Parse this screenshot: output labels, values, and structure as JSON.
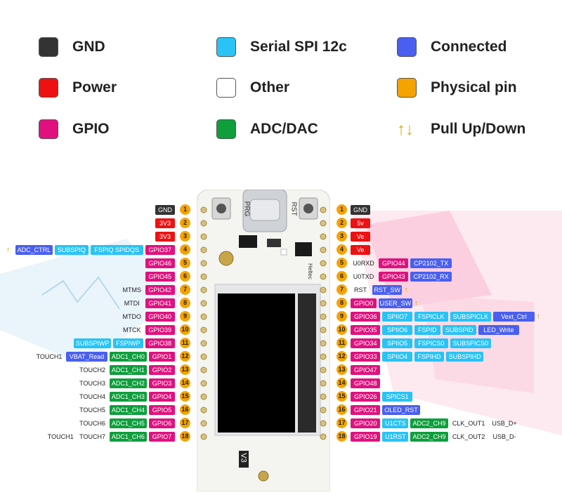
{
  "legend": [
    {
      "label": "GND",
      "color": "#333333"
    },
    {
      "label": "Serial SPI 12c",
      "color": "#29c3f5"
    },
    {
      "label": "Connected",
      "color": "#4a5ff0"
    },
    {
      "label": "Power",
      "color": "#ee1111"
    },
    {
      "label": "Other",
      "color": "#ffffff"
    },
    {
      "label": "Physical pin",
      "color": "#f5a300"
    },
    {
      "label": "GPIO",
      "color": "#e0117f"
    },
    {
      "label": "ADC/DAC",
      "color": "#0e9e3c"
    },
    {
      "label": "Pull Up/Down",
      "color": "#d4b000",
      "icon": "pull-up-down-icon"
    }
  ],
  "colors": {
    "gnd": "#333333",
    "pwr": "#ee1111",
    "gpio": "#e0117f",
    "spi": "#29c3f5",
    "oth": "#ececec",
    "adc": "#0e9e3c",
    "con": "#4a5ff0",
    "pin": "#f5a300"
  },
  "left_header": [
    {
      "pin": "1",
      "labels": [
        {
          "t": "GND",
          "k": "gnd"
        }
      ]
    },
    {
      "pin": "2",
      "labels": [
        {
          "t": "3V3",
          "k": "pwr"
        }
      ]
    },
    {
      "pin": "3",
      "labels": [
        {
          "t": "3V3",
          "k": "pwr"
        }
      ]
    },
    {
      "pin": "4",
      "pull": true,
      "labels": [
        {
          "t": "GPIO37",
          "k": "gpio"
        },
        {
          "t": "FSPIQ SPIDQS",
          "k": "spi"
        },
        {
          "t": "SUBSPIQ",
          "k": "spi"
        },
        {
          "t": "ADC_CTRL",
          "k": "con"
        }
      ]
    },
    {
      "pin": "5",
      "labels": [
        {
          "t": "GPIO46",
          "k": "gpio"
        }
      ]
    },
    {
      "pin": "6",
      "labels": [
        {
          "t": "GPIO45",
          "k": "gpio"
        }
      ]
    },
    {
      "pin": "7",
      "labels": [
        {
          "t": "GPIO42",
          "k": "gpio"
        },
        {
          "t": "MTMS",
          "k": "oth"
        }
      ]
    },
    {
      "pin": "8",
      "labels": [
        {
          "t": "GPIO41",
          "k": "gpio"
        },
        {
          "t": "MTDI",
          "k": "oth"
        }
      ]
    },
    {
      "pin": "9",
      "labels": [
        {
          "t": "GPIO40",
          "k": "gpio"
        },
        {
          "t": "MTDO",
          "k": "oth"
        }
      ]
    },
    {
      "pin": "10",
      "labels": [
        {
          "t": "GPIO39",
          "k": "gpio"
        },
        {
          "t": "MTCK",
          "k": "oth"
        }
      ]
    },
    {
      "pin": "11",
      "labels": [
        {
          "t": "GPIO38",
          "k": "gpio"
        },
        {
          "t": "FSPIWP",
          "k": "spi"
        },
        {
          "t": "SUBSPIWP",
          "k": "spi"
        }
      ]
    },
    {
      "pin": "12",
      "labels": [
        {
          "t": "GPIO1",
          "k": "gpio"
        },
        {
          "t": "ADC1_CH0",
          "k": "adc"
        },
        {
          "t": "VBAT_Read",
          "k": "con"
        },
        {
          "t": "TOUCH1",
          "k": "oth"
        }
      ]
    },
    {
      "pin": "13",
      "labels": [
        {
          "t": "GPIO2",
          "k": "gpio"
        },
        {
          "t": "ADC1_CH1",
          "k": "adc"
        },
        {
          "t": "TOUCH2",
          "k": "oth"
        }
      ]
    },
    {
      "pin": "14",
      "labels": [
        {
          "t": "GPIO3",
          "k": "gpio"
        },
        {
          "t": "ADC1_CH2",
          "k": "adc"
        },
        {
          "t": "TOUCH3",
          "k": "oth"
        }
      ]
    },
    {
      "pin": "15",
      "labels": [
        {
          "t": "GPIO4",
          "k": "gpio"
        },
        {
          "t": "ADC1_CH3",
          "k": "adc"
        },
        {
          "t": "TOUCH4",
          "k": "oth"
        }
      ]
    },
    {
      "pin": "16",
      "labels": [
        {
          "t": "GPIO5",
          "k": "gpio"
        },
        {
          "t": "ADC1_CH4",
          "k": "adc"
        },
        {
          "t": "TOUCH5",
          "k": "oth"
        }
      ]
    },
    {
      "pin": "17",
      "labels": [
        {
          "t": "GPIO6",
          "k": "gpio"
        },
        {
          "t": "ADC1_CH5",
          "k": "adc"
        },
        {
          "t": "TOUCH6",
          "k": "oth"
        }
      ]
    },
    {
      "pin": "18",
      "labels": [
        {
          "t": "GPIO7",
          "k": "gpio"
        },
        {
          "t": "ADC1_CH6",
          "k": "adc"
        },
        {
          "t": "TOUCH7",
          "k": "oth"
        },
        {
          "t": "TOUCH1",
          "k": "oth"
        }
      ]
    }
  ],
  "right_header": [
    {
      "pin": "1",
      "labels": [
        {
          "t": "GND",
          "k": "gnd"
        }
      ]
    },
    {
      "pin": "2",
      "labels": [
        {
          "t": "5v",
          "k": "pwr"
        }
      ]
    },
    {
      "pin": "3",
      "labels": [
        {
          "t": "Ve",
          "k": "pwr"
        }
      ]
    },
    {
      "pin": "4",
      "labels": [
        {
          "t": "Ve",
          "k": "pwr"
        }
      ]
    },
    {
      "pin": "5",
      "labels": [
        {
          "t": "U0RXD",
          "k": "oth"
        },
        {
          "t": "GPIO44",
          "k": "gpio"
        },
        {
          "t": "CP2102_TX",
          "k": "con"
        }
      ]
    },
    {
      "pin": "6",
      "labels": [
        {
          "t": "U0TXD",
          "k": "oth"
        },
        {
          "t": "GPIO43",
          "k": "gpio"
        },
        {
          "t": "CP2102_RX",
          "k": "con"
        }
      ]
    },
    {
      "pin": "7",
      "pull": true,
      "labels": [
        {
          "t": "RST",
          "k": "oth"
        },
        {
          "t": "RST_SW",
          "k": "con"
        }
      ]
    },
    {
      "pin": "8",
      "pull": true,
      "labels": [
        {
          "t": "GPIO0",
          "k": "gpio"
        },
        {
          "t": "USER_SW",
          "k": "con"
        }
      ]
    },
    {
      "pin": "9",
      "pull": true,
      "labels": [
        {
          "t": "GPIO36",
          "k": "gpio"
        },
        {
          "t": "SPIIO7",
          "k": "spi"
        },
        {
          "t": "FSPICLK",
          "k": "spi"
        },
        {
          "t": "SUBSPICLK",
          "k": "spi"
        },
        {
          "t": "Vext_Ctrl",
          "k": "con"
        }
      ]
    },
    {
      "pin": "10",
      "labels": [
        {
          "t": "GPIO35",
          "k": "gpio"
        },
        {
          "t": "SPIIO6",
          "k": "spi"
        },
        {
          "t": "FSPID",
          "k": "spi"
        },
        {
          "t": "SUBSPID",
          "k": "spi"
        },
        {
          "t": "LED_Write",
          "k": "con"
        }
      ]
    },
    {
      "pin": "11",
      "labels": [
        {
          "t": "GPIO34",
          "k": "gpio"
        },
        {
          "t": "SPIIO5",
          "k": "spi"
        },
        {
          "t": "FSPICS0",
          "k": "spi"
        },
        {
          "t": "SUBSPICS0",
          "k": "spi"
        }
      ]
    },
    {
      "pin": "12",
      "labels": [
        {
          "t": "GPIO33",
          "k": "gpio"
        },
        {
          "t": "SPIIO4",
          "k": "spi"
        },
        {
          "t": "FSPIHD",
          "k": "spi"
        },
        {
          "t": "SUBSPIHD",
          "k": "spi"
        }
      ]
    },
    {
      "pin": "13",
      "labels": [
        {
          "t": "GPIO47",
          "k": "gpio"
        }
      ]
    },
    {
      "pin": "14",
      "labels": [
        {
          "t": "GPIO48",
          "k": "gpio"
        }
      ]
    },
    {
      "pin": "15",
      "labels": [
        {
          "t": "GPIO26",
          "k": "gpio"
        },
        {
          "t": "SPICS1",
          "k": "spi"
        }
      ]
    },
    {
      "pin": "16",
      "labels": [
        {
          "t": "GPIO21",
          "k": "gpio"
        },
        {
          "t": "OLED_RST",
          "k": "con"
        }
      ]
    },
    {
      "pin": "17",
      "labels": [
        {
          "t": "GPIO20",
          "k": "gpio"
        },
        {
          "t": "U1CTS",
          "k": "spi"
        },
        {
          "t": "ADC2_CH9",
          "k": "adc"
        },
        {
          "t": "CLK_OUT1",
          "k": "oth"
        },
        {
          "t": "USB_D+",
          "k": "oth"
        }
      ]
    },
    {
      "pin": "18",
      "labels": [
        {
          "t": "GPIO19",
          "k": "gpio"
        },
        {
          "t": "U1RST",
          "k": "spi"
        },
        {
          "t": "ADC2_CH9",
          "k": "adc"
        },
        {
          "t": "CLK_OUT2",
          "k": "oth"
        },
        {
          "t": "USB_D-",
          "k": "oth"
        }
      ]
    }
  ],
  "board": {
    "prg_label": "PRG",
    "rst_label": "RST",
    "version_label": "V3",
    "logo_label": "Heltec"
  }
}
